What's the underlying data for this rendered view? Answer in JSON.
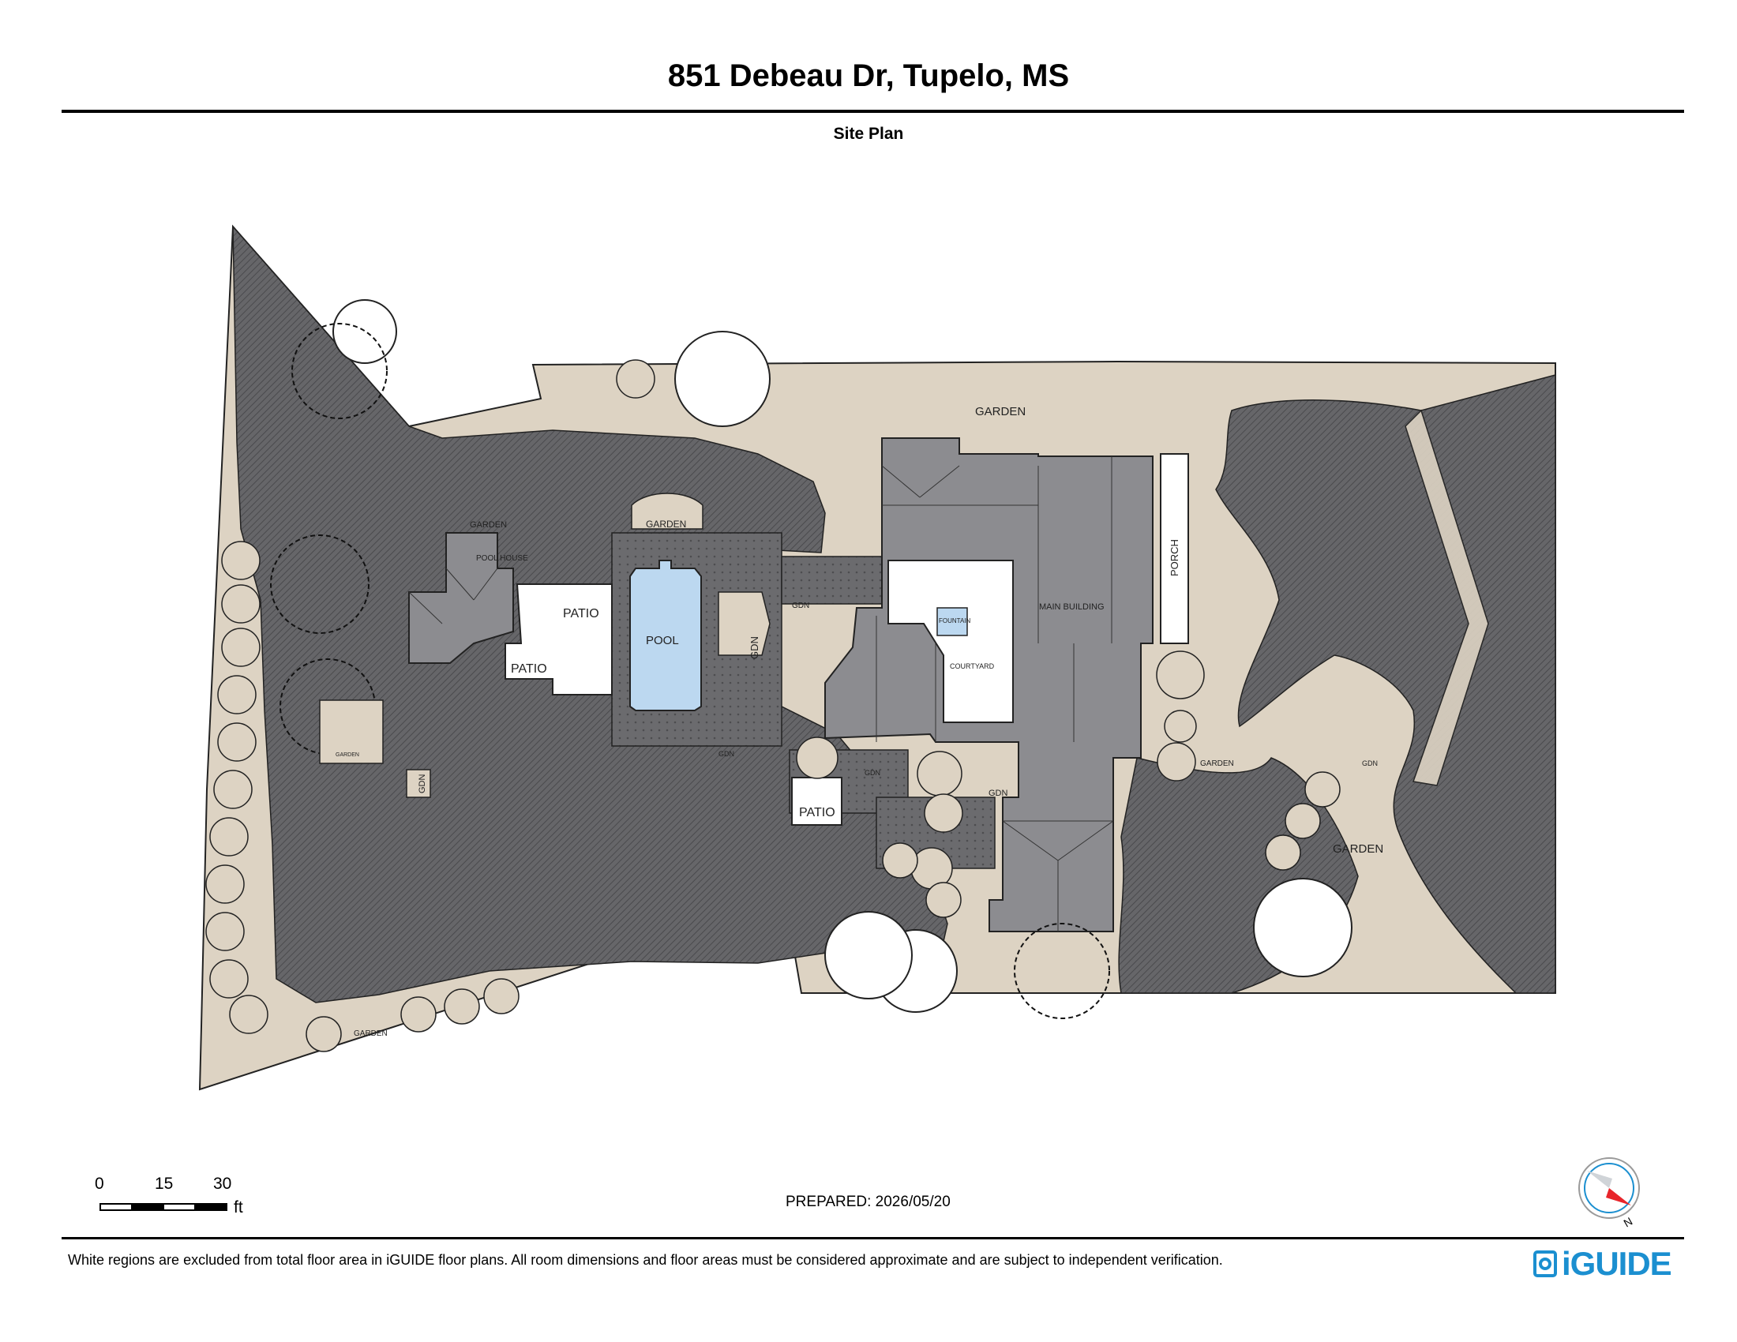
{
  "header": {
    "title": "851 Debeau Dr, Tupelo, MS",
    "subtitle": "Site Plan"
  },
  "labels": {
    "garden_top": "GARDEN",
    "garden_pool": "GARDEN",
    "garden_poolhouse": "GARDEN",
    "pool_house": "POOL HOUSE",
    "patio_left_upper": "PATIO",
    "patio_left_lower": "PATIO",
    "pool": "POOL",
    "gdn_pool": "GDN",
    "gdn_court": "GDN",
    "fountain": "FOUNTAIN",
    "courtyard": "COURTYARD",
    "main_building": "MAIN BUILDING",
    "porch": "PORCH",
    "patio_south": "PATIO",
    "gdn_south_1": "GDN",
    "gdn_south_2": "GDN",
    "gdn_south_3": "GDN",
    "gdn_left": "GDN",
    "garden_box": "GARDEN",
    "garden_bottom": "GARDEN",
    "garden_drive": "GARDEN",
    "garden_right": "GARDEN",
    "gdn_right": "GDN"
  },
  "scale_bar": {
    "ticks": [
      "0",
      "15",
      "30"
    ],
    "unit": "ft"
  },
  "footer": {
    "prepared": "PREPARED: 2026/05/20",
    "disclaimer": "White regions are excluded from total floor area in iGUIDE floor plans. All room dimensions and floor areas must be considered approximate and are subject to independent verification.",
    "brand": "iGUIDE",
    "compass_label": "N"
  },
  "colors": {
    "lawn": "#5f5f62",
    "landscape": "#ddd3c3",
    "roof": "#8c8c90",
    "water": "#bcd8f0",
    "brand": "#1b8fd0",
    "compass_needle": "#e8252b"
  }
}
